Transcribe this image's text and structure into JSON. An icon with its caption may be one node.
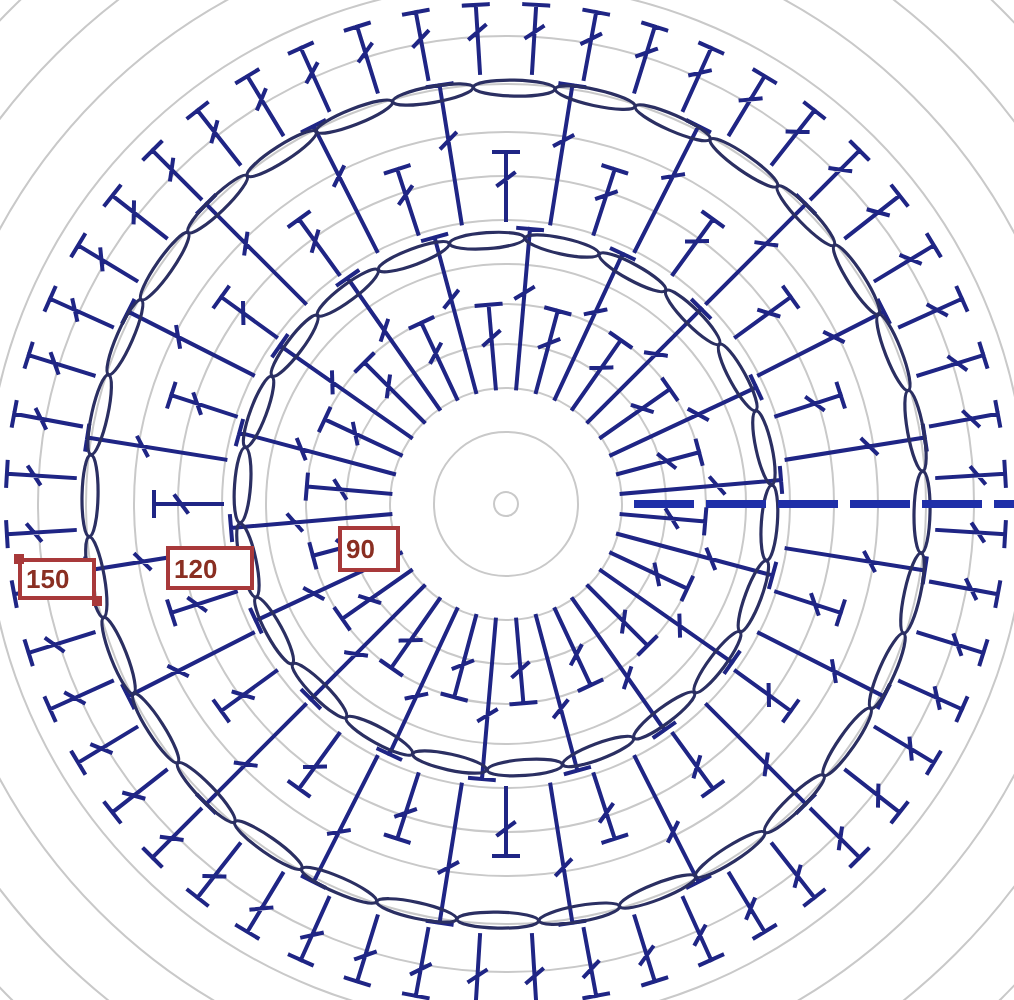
{
  "diagram": {
    "nodes": [
      {
        "text": [
          "150"
        ]
      },
      {
        "text": [
          "120"
        ]
      },
      {
        "text": [
          "90"
        ]
      }
    ]
  }
}
